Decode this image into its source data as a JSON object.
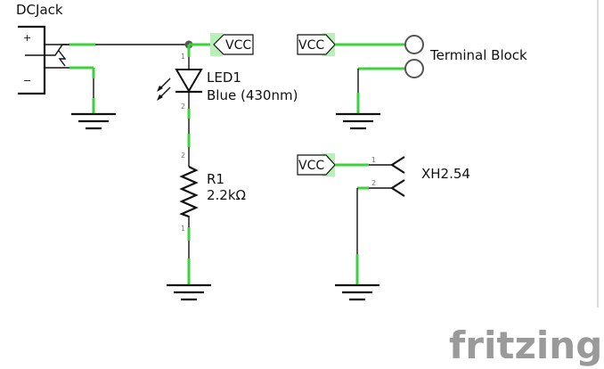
{
  "components": {
    "dc_jack": {
      "label": "DCJack",
      "plus": "+",
      "minus": "−"
    },
    "led": {
      "name": "LED1",
      "value": "Blue (430nm)",
      "pin1": "1",
      "pin2": "2"
    },
    "resistor": {
      "name": "R1",
      "value": "2.2kΩ",
      "pin1": "1",
      "pin2": "2"
    },
    "terminal_block": {
      "label": "Terminal Block"
    },
    "xh_connector": {
      "label": "XH2.54",
      "pin1": "1",
      "pin2": "2"
    }
  },
  "power_labels": {
    "vcc_a": "VCC",
    "vcc_b": "VCC",
    "vcc_c": "VCC"
  },
  "branding": {
    "logo_text": "fritzing"
  },
  "colors": {
    "wire": "#111111",
    "connection_highlight": "#3bd23b",
    "logo": "#9a9a9a"
  }
}
